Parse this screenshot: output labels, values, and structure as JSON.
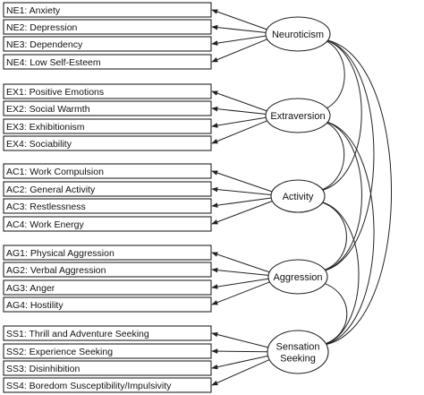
{
  "factors": [
    {
      "label": [
        "Neuroticism"
      ],
      "indicators": [
        "NE1: Anxiety",
        "NE2: Depression",
        "NE3: Dependency",
        "NE4: Low Self-Esteem"
      ]
    },
    {
      "label": [
        "Extraversion"
      ],
      "indicators": [
        "EX1: Positive Emotions",
        "EX2: Social Warmth",
        "EX3: Exhibitionism",
        "EX4: Sociability"
      ]
    },
    {
      "label": [
        "Activity"
      ],
      "indicators": [
        "AC1: Work Compulsion",
        "AC2: General Activity",
        "AC3: Restlessness",
        "AC4: Work Energy"
      ]
    },
    {
      "label": [
        "Aggression"
      ],
      "indicators": [
        "AG1: Physical Aggression",
        "AG2: Verbal Aggression",
        "AG3: Anger",
        "AG4: Hostility"
      ]
    },
    {
      "label": [
        "Sensation",
        "Seeking"
      ],
      "indicators": [
        "SS1: Thrill and Adventure Seeking",
        "SS2: Experience Seeking",
        "SS3: Disinhibition",
        "SS4: Boredom Susceptibility/Impulsivity"
      ]
    }
  ]
}
